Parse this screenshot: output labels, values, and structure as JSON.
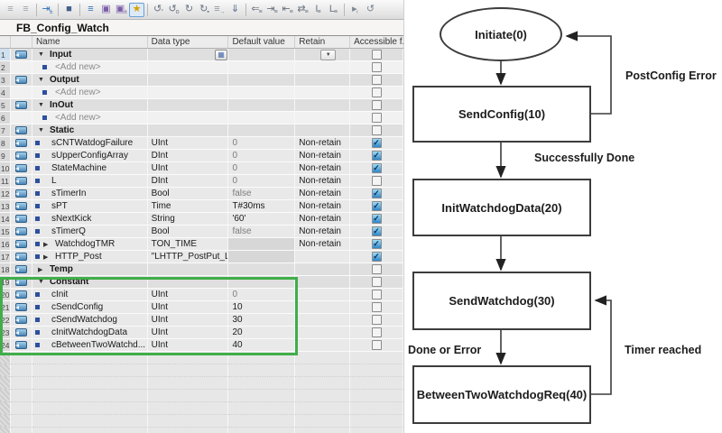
{
  "block_title": "FB_Config_Watch",
  "toolbar": {
    "icons": [
      {
        "name": "insert-row-icon",
        "glyph": "≡",
        "color": "#9aa4ac"
      },
      {
        "name": "insert-row-below-icon",
        "glyph": "≡",
        "color": "#9aa4ac",
        "sep_after": true
      },
      {
        "name": "add-new-row-icon",
        "glyph": "⇥",
        "sub": "±",
        "color": "#2f6fb5",
        "sep_after": true
      },
      {
        "name": "reset-start-values-icon",
        "glyph": "■",
        "color": "#44618c",
        "sep_after": true
      },
      {
        "name": "expand-rows-icon",
        "glyph": "≡",
        "color": "#2f6fb5"
      },
      {
        "name": "snapshot-icon",
        "glyph": "▣",
        "color": "#7b5ea7"
      },
      {
        "name": "copy-snapshot-icon",
        "glyph": "▣",
        "sub": "±",
        "color": "#7b5ea7"
      },
      {
        "name": "monitor-all-icon",
        "glyph": "★",
        "color": "#d99f00",
        "highlighted": true,
        "sep_after": true
      },
      {
        "name": "update-interface-icon",
        "glyph": "↺",
        "sub": "°",
        "color": "#6a7480"
      },
      {
        "name": "refresh-icon",
        "glyph": "↺",
        "sub": "o",
        "color": "#6a7480"
      },
      {
        "name": "upload-values-icon",
        "glyph": "↻",
        "color": "#6a7480"
      },
      {
        "name": "download-values-icon",
        "glyph": "↻",
        "sub": "▪",
        "color": "#6a7480"
      },
      {
        "name": "compare-icon",
        "glyph": "≡",
        "sub": "→",
        "color": "#8a929a"
      },
      {
        "name": "keep-values-icon",
        "glyph": "⇓",
        "color": "#50648c",
        "sep_after": true
      },
      {
        "name": "goto-first-difference-icon",
        "glyph": "⇐",
        "sub": "≡",
        "color": "#6a7480"
      },
      {
        "name": "indent-icon",
        "glyph": "⇥",
        "sub": "≡",
        "color": "#6a7480"
      },
      {
        "name": "outdent-icon",
        "glyph": "⇤",
        "sub": "≡",
        "color": "#6a7480"
      },
      {
        "name": "sync-columns-icon",
        "glyph": "⇄",
        "sub": "≡",
        "color": "#6a7480"
      },
      {
        "name": "insert-column-before-icon",
        "glyph": "I",
        "sub": "≡",
        "color": "#6a7480"
      },
      {
        "name": "insert-column-after-icon",
        "glyph": "L",
        "sub": "≡",
        "color": "#6a7480",
        "sep_after": true
      },
      {
        "name": "play-icon",
        "glyph": "▸",
        "sub": "‹",
        "color": "#7d8790"
      },
      {
        "name": "reset-icon",
        "glyph": "↺",
        "color": "#7d8790"
      }
    ]
  },
  "table": {
    "columns": [
      "Name",
      "Data type",
      "Default value",
      "Retain",
      "Accessible f..."
    ],
    "rows": [
      {
        "num": "1",
        "kind": "section",
        "expanded": true,
        "name": "Input",
        "datatype": "",
        "default": "",
        "retain": "",
        "accessible": "unchecked",
        "datatype_button": true,
        "retain_dropdown": true,
        "selected": true
      },
      {
        "num": "2",
        "kind": "addnew",
        "name": "<Add new>",
        "datatype": "",
        "default": "",
        "retain": "",
        "accessible": "unchecked"
      },
      {
        "num": "3",
        "kind": "section",
        "expanded": true,
        "name": "Output",
        "datatype": "",
        "default": "",
        "retain": "",
        "accessible": "unchecked"
      },
      {
        "num": "4",
        "kind": "addnew",
        "name": "<Add new>",
        "datatype": "",
        "default": "",
        "retain": "",
        "accessible": "unchecked"
      },
      {
        "num": "5",
        "kind": "section",
        "expanded": true,
        "name": "InOut",
        "datatype": "",
        "default": "",
        "retain": "",
        "accessible": "unchecked"
      },
      {
        "num": "6",
        "kind": "addnew",
        "name": "<Add new>",
        "datatype": "",
        "default": "",
        "retain": "",
        "accessible": "unchecked"
      },
      {
        "num": "7",
        "kind": "section",
        "expanded": true,
        "name": "Static",
        "datatype": "",
        "default": "",
        "retain": "",
        "accessible": "unchecked"
      },
      {
        "num": "8",
        "kind": "var",
        "name": "sCNTWatdogFailure",
        "datatype": "UInt",
        "default": "0",
        "default_gray": true,
        "retain": "Non-retain",
        "accessible": "checked"
      },
      {
        "num": "9",
        "kind": "var",
        "name": "sUpperConfigArray",
        "datatype": "DInt",
        "default": "0",
        "default_gray": true,
        "retain": "Non-retain",
        "accessible": "checked"
      },
      {
        "num": "10",
        "kind": "var",
        "name": "StateMachine",
        "datatype": "UInt",
        "default": "0",
        "default_gray": true,
        "retain": "Non-retain",
        "accessible": "checked"
      },
      {
        "num": "11",
        "kind": "var",
        "name": "L",
        "datatype": "DInt",
        "default": "0",
        "default_gray": true,
        "retain": "Non-retain",
        "accessible": "unchecked"
      },
      {
        "num": "12",
        "kind": "var",
        "name": "sTimerIn",
        "datatype": "Bool",
        "default": "false",
        "default_gray": true,
        "retain": "Non-retain",
        "accessible": "checked"
      },
      {
        "num": "13",
        "kind": "var",
        "name": "sPT",
        "datatype": "Time",
        "default": "T#30ms",
        "retain": "Non-retain",
        "accessible": "checked"
      },
      {
        "num": "14",
        "kind": "var",
        "name": "sNextKick",
        "datatype": "String",
        "default": "'60'",
        "retain": "Non-retain",
        "accessible": "checked"
      },
      {
        "num": "15",
        "kind": "var",
        "name": "sTimerQ",
        "datatype": "Bool",
        "default": "false",
        "default_gray": true,
        "retain": "Non-retain",
        "accessible": "checked"
      },
      {
        "num": "16",
        "kind": "struct",
        "expanded": false,
        "name": "WatchdogTMR",
        "datatype": "TON_TIME",
        "default": "",
        "default_disabled": true,
        "retain": "Non-retain",
        "accessible": "checked"
      },
      {
        "num": "17",
        "kind": "struct",
        "expanded": false,
        "name": "HTTP_Post",
        "datatype": "\"LHTTP_PostPut_L\"",
        "default": "",
        "default_disabled": true,
        "retain": "",
        "accessible": "checked"
      },
      {
        "num": "18",
        "kind": "section",
        "expanded": false,
        "name": "Temp",
        "datatype": "",
        "default": "",
        "retain": "",
        "accessible": "unchecked"
      },
      {
        "num": "19",
        "kind": "section",
        "expanded": true,
        "name": "Constant",
        "datatype": "",
        "default": "",
        "retain": "",
        "accessible": "unchecked"
      },
      {
        "num": "20",
        "kind": "var",
        "name": "cInit",
        "datatype": "UInt",
        "default": "0",
        "default_gray": true,
        "retain": "",
        "accessible": "unchecked"
      },
      {
        "num": "21",
        "kind": "var",
        "name": "cSendConfig",
        "datatype": "UInt",
        "default": "10",
        "retain": "",
        "accessible": "unchecked"
      },
      {
        "num": "22",
        "kind": "var",
        "name": "cSendWatchdog",
        "datatype": "UInt",
        "default": "30",
        "retain": "",
        "accessible": "unchecked"
      },
      {
        "num": "23",
        "kind": "var",
        "name": "cInitWatchdogData",
        "datatype": "UInt",
        "default": "20",
        "retain": "",
        "accessible": "unchecked"
      },
      {
        "num": "24",
        "kind": "var",
        "name": "cBetweenTwoWatchd...",
        "datatype": "UInt",
        "default": "40",
        "retain": "",
        "accessible": "unchecked"
      }
    ]
  },
  "highlight": {
    "color": "#3fae49",
    "rows": "19-24"
  },
  "diagram": {
    "nodes": [
      {
        "id": "initiate",
        "shape": "ellipse",
        "label": "Initiate(0)"
      },
      {
        "id": "sendconfig",
        "shape": "rect",
        "label": "SendConfig(10)"
      },
      {
        "id": "initwatchdogdata",
        "shape": "rect",
        "label": "InitWatchdogData(20)"
      },
      {
        "id": "sendwatchdog",
        "shape": "rect",
        "label": "SendWatchdog(30)"
      },
      {
        "id": "betweentwowatchdogreq",
        "shape": "rect",
        "label": "BetweenTwoWatchdogReq(40)"
      }
    ],
    "edge_labels": [
      {
        "id": "postconfig-error",
        "text": "PostConfig Error"
      },
      {
        "id": "successfully-done",
        "text": "Successfully Done"
      },
      {
        "id": "done-or-error",
        "text": "Done or Error"
      },
      {
        "id": "timer-reached",
        "text": "Timer reached"
      }
    ]
  }
}
